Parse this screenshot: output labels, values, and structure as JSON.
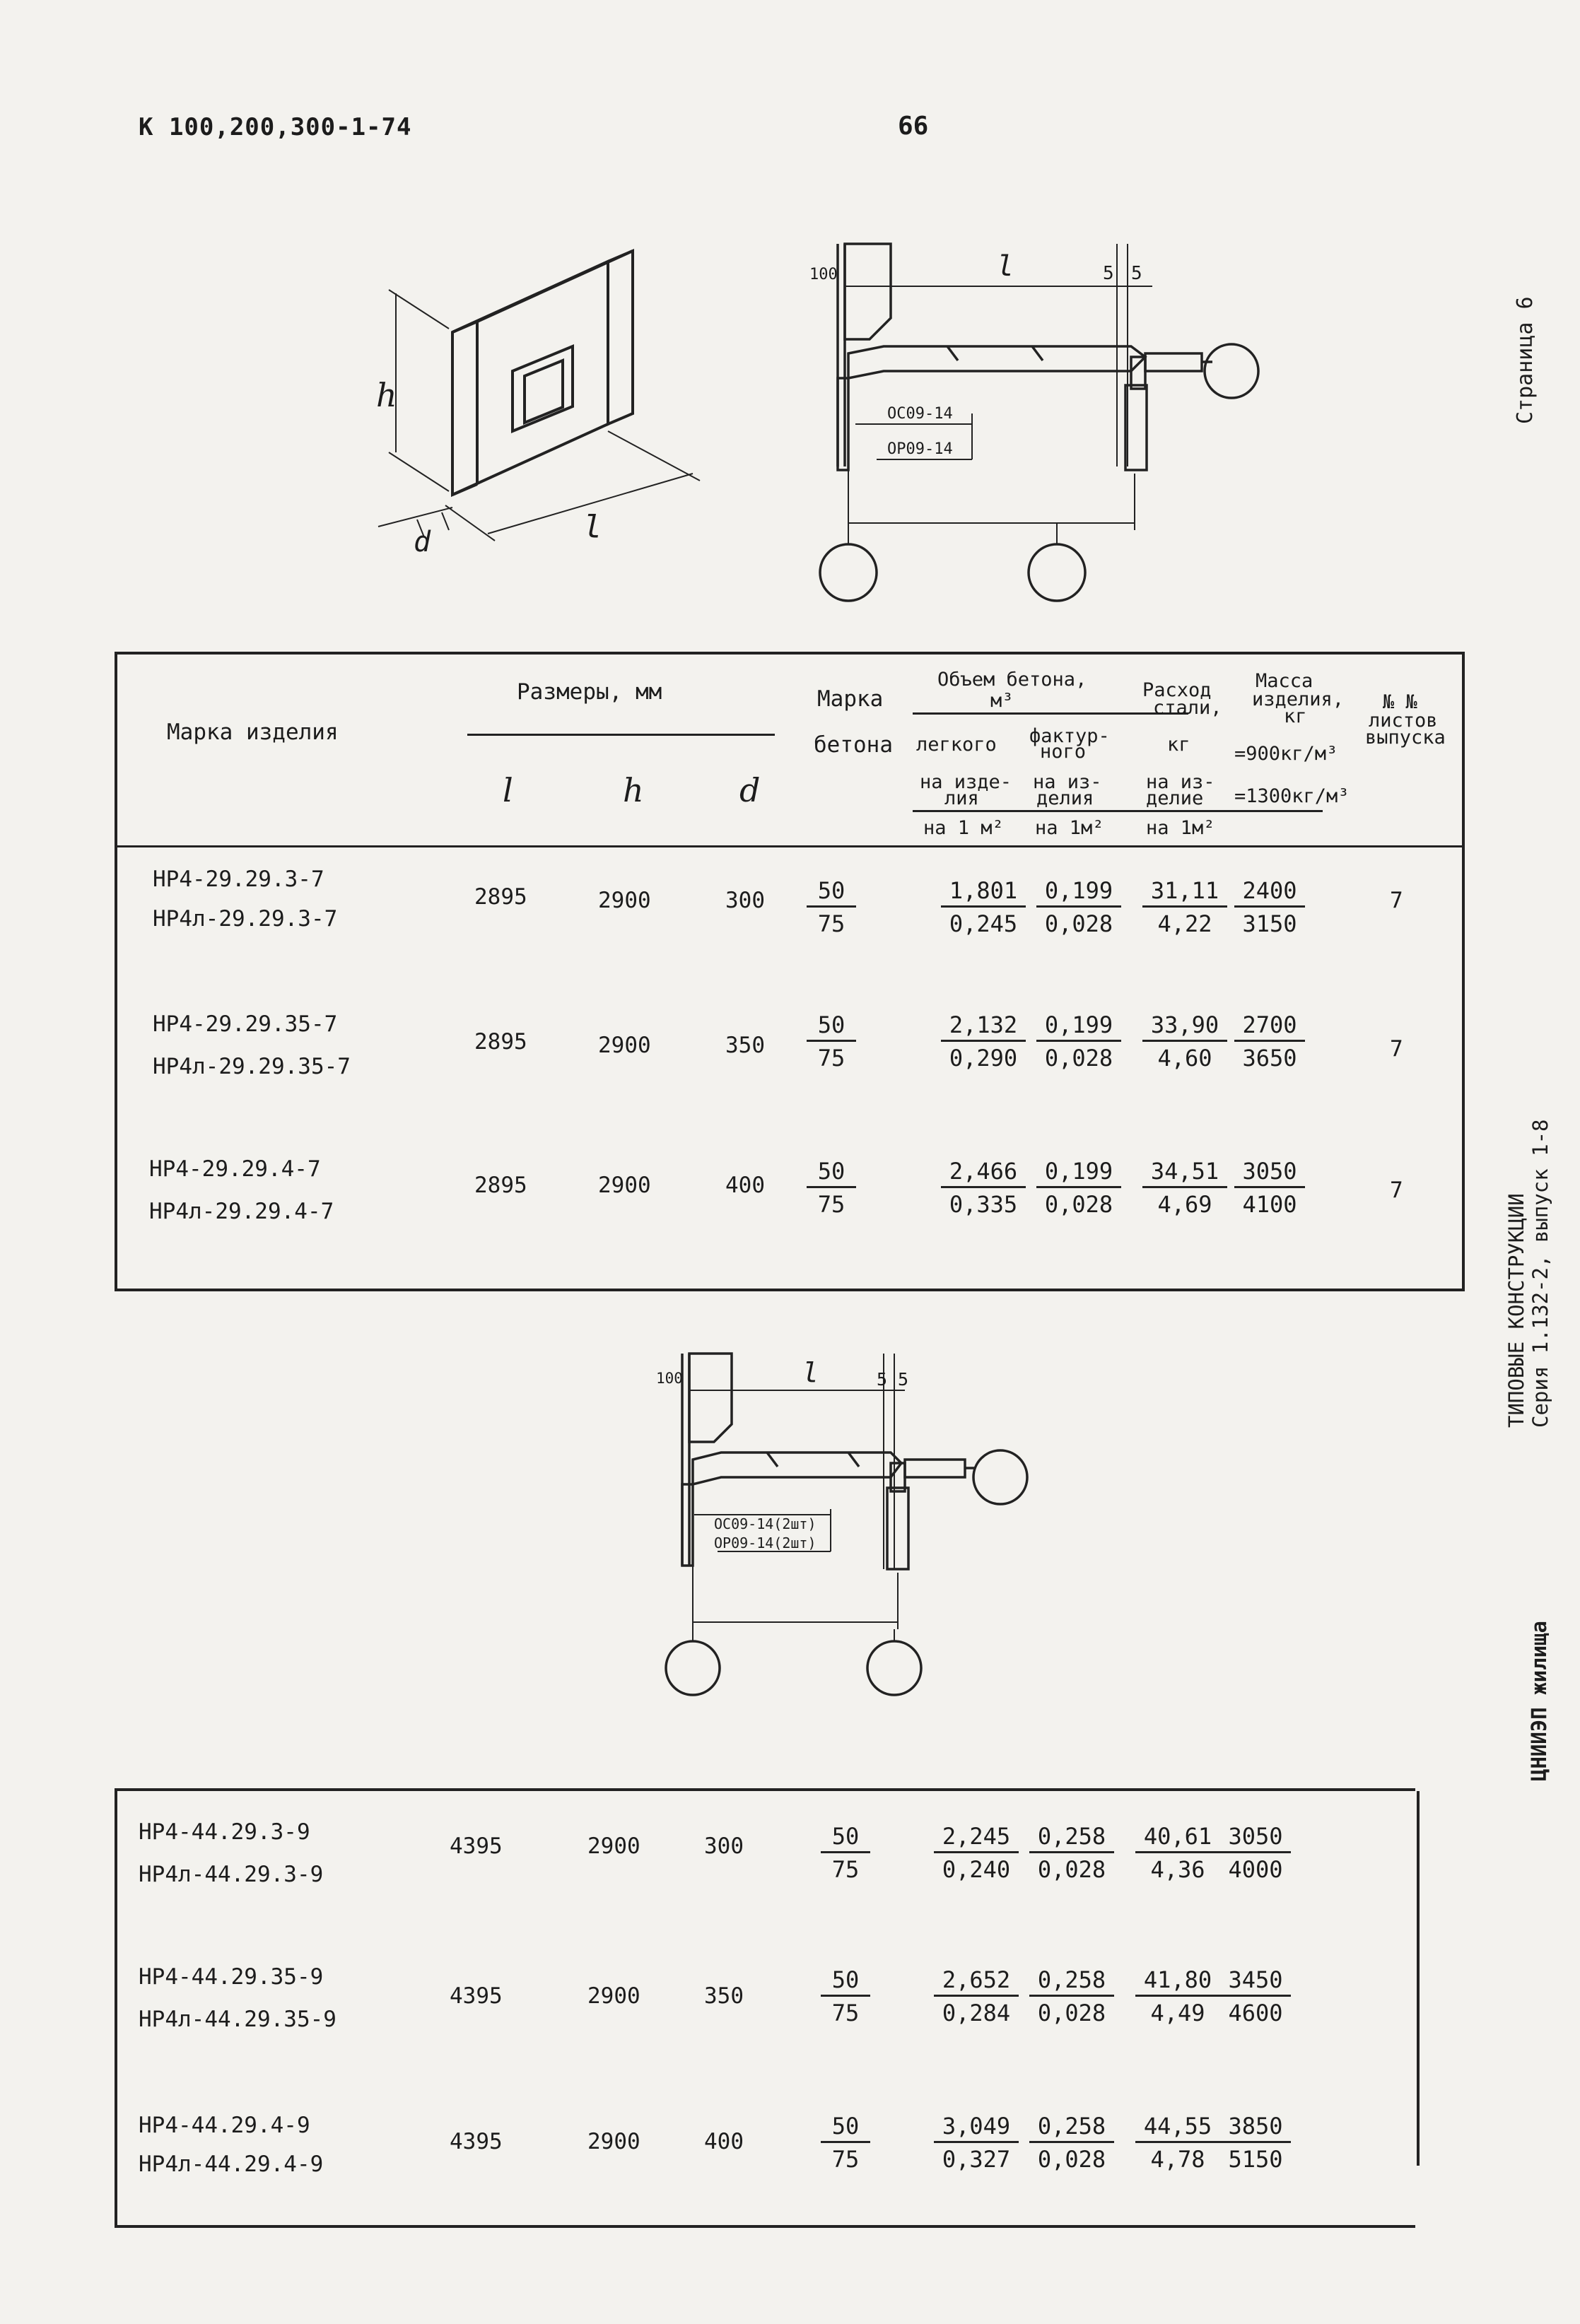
{
  "header": {
    "code": "К 100,200,300-1-74",
    "page_number": "66"
  },
  "side": {
    "page_label": "Страница 6",
    "series_line1": "ТИПОВЫЕ КОНСТРУКЦИИ",
    "series_line2": "Серия 1.132-2, выпуск 1-8",
    "org": "ЦНИИЭП жилища"
  },
  "drawings": {
    "iso": {
      "h": "h",
      "l": "l",
      "d": "d"
    },
    "plan1": {
      "dim100": "100",
      "l": "l",
      "d5a": "5",
      "d5b": "5",
      "label1": "ОС09-14",
      "label2": "ОР09-14"
    },
    "plan2": {
      "dim100": "100",
      "l": "l",
      "d5a": "5",
      "d5b": "5",
      "label1": "ОС09-14(2шт)",
      "label2": "ОР09-14(2шт)"
    }
  },
  "table_header": {
    "mark": "Марка изделия",
    "sizes": "Размеры, мм",
    "col_l": "l",
    "col_h": "h",
    "col_d": "d",
    "concrete_mark1": "Марка",
    "concrete_mark2": "бетона",
    "volume1": "Объем бетона,",
    "volume2": "м³",
    "light": "легкого",
    "facing1": "фактур-",
    "facing2": "ного",
    "per_item1": "на изде-",
    "per_item2": "лия",
    "per_item3": "на из-",
    "per_item4": "делия",
    "per_m2a": "на 1 м²",
    "per_m2b": "на 1м²",
    "steel1": "Расход",
    "steel2": "стали,",
    "steel3": "кг",
    "steel4": "на из-",
    "steel5": "делие",
    "steel6": "на 1м²",
    "mass1": "Масса",
    "mass2": "изделия,",
    "mass3": "кг",
    "mass4": "=900кг/м³",
    "mass5": "=1300кг/м³",
    "sheets1": "№ №",
    "sheets2": "листов",
    "sheets3": "выпуска"
  },
  "table1_rows": [
    {
      "mark1": "НР4-29.29.3-7",
      "mark2": "НР4л-29.29.3-7",
      "l": "2895",
      "h": "2900",
      "d": "300",
      "mk_n": "50",
      "mk_d": "75",
      "v1_n": "1,801",
      "v1_d": "0,245",
      "v2_n": "0,199",
      "v2_d": "0,028",
      "st_n": "31,11",
      "st_d": "4,22",
      "m_n": "2400",
      "m_d": "3150",
      "sheet": "7"
    },
    {
      "mark1": "НР4-29.29.35-7",
      "mark2": "НР4л-29.29.35-7",
      "l": "2895",
      "h": "2900",
      "d": "350",
      "mk_n": "50",
      "mk_d": "75",
      "v1_n": "2,132",
      "v1_d": "0,290",
      "v2_n": "0,199",
      "v2_d": "0,028",
      "st_n": "33,90",
      "st_d": "4,60",
      "m_n": "2700",
      "m_d": "3650",
      "sheet": "7"
    },
    {
      "mark1": "НР4-29.29.4-7",
      "mark2": "НР4л-29.29.4-7",
      "l": "2895",
      "h": "2900",
      "d": "400",
      "mk_n": "50",
      "mk_d": "75",
      "v1_n": "2,466",
      "v1_d": "0,335",
      "v2_n": "0,199",
      "v2_d": "0,028",
      "st_n": "34,51",
      "st_d": "4,69",
      "m_n": "3050",
      "m_d": "4100",
      "sheet": "7"
    }
  ],
  "table2_rows": [
    {
      "mark1": "НР4-44.29.3-9",
      "mark2": "НР4л-44.29.3-9",
      "l": "4395",
      "h": "2900",
      "d": "300",
      "mk_n": "50",
      "mk_d": "75",
      "v1_n": "2,245",
      "v1_d": "0,240",
      "v2_n": "0,258",
      "v2_d": "0,028",
      "st_n": "40,61",
      "st_d": "4,36",
      "m_n": "3050",
      "m_d": "4000"
    },
    {
      "mark1": "НР4-44.29.35-9",
      "mark2": "НР4л-44.29.35-9",
      "l": "4395",
      "h": "2900",
      "d": "350",
      "mk_n": "50",
      "mk_d": "75",
      "v1_n": "2,652",
      "v1_d": "0,284",
      "v2_n": "0,258",
      "v2_d": "0,028",
      "st_n": "41,80",
      "st_d": "4,49",
      "m_n": "3450",
      "m_d": "4600"
    },
    {
      "mark1": "НР4-44.29.4-9",
      "mark2": "НР4л-44.29.4-9",
      "l": "4395",
      "h": "2900",
      "d": "400",
      "mk_n": "50",
      "mk_d": "75",
      "v1_n": "3,049",
      "v1_d": "0,327",
      "v2_n": "0,258",
      "v2_d": "0,028",
      "st_n": "44,55",
      "st_d": "4,78",
      "m_n": "3850",
      "m_d": "5150"
    }
  ]
}
